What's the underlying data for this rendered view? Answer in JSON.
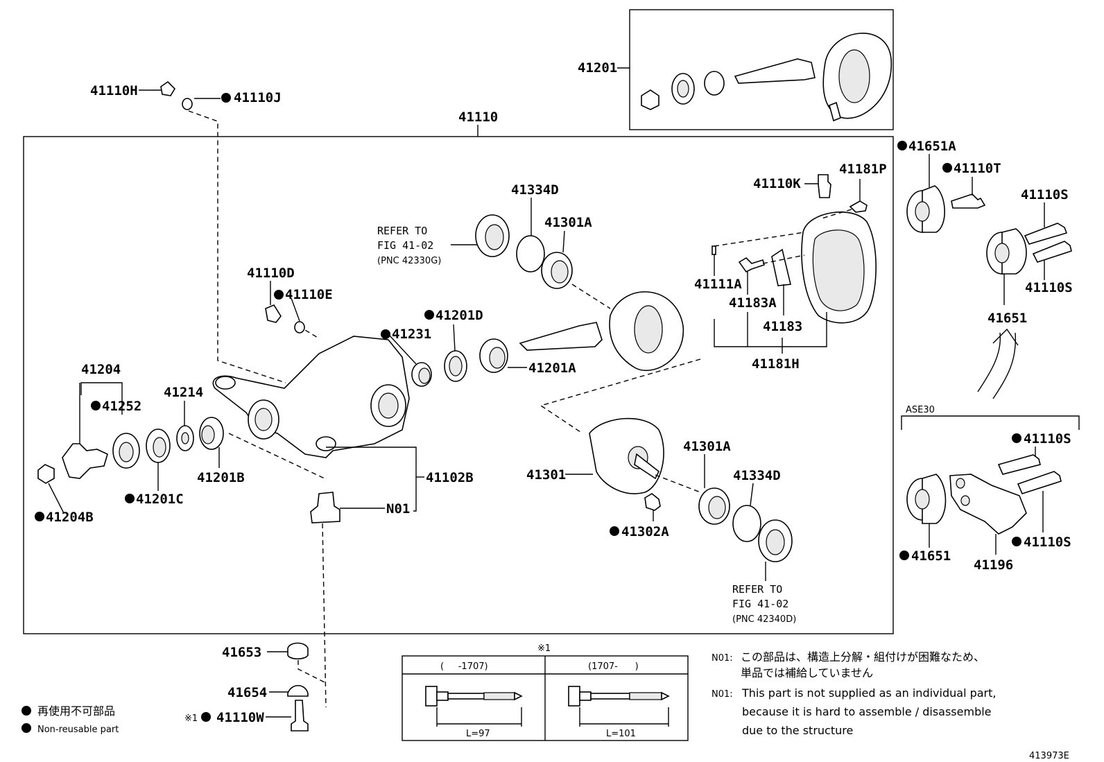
{
  "labels": {
    "p41201": "41201",
    "p41110H": "41110H",
    "p41110J": "41110J",
    "p41110": "41110",
    "p41334D_top": "41334D",
    "p41301A_top": "41301A",
    "refer_top_1": "REFER TO",
    "refer_top_2": "FIG 41-02",
    "refer_top_3": "(PNC 42330G)",
    "p41110D": "41110D",
    "p41110E": "41110E",
    "p41201D": "41201D",
    "p41231": "41231",
    "p41201A": "41201A",
    "p41204": "41204",
    "p41252": "41252",
    "p41214": "41214",
    "p41201B": "41201B",
    "p41201C": "41201C",
    "p41204B": "41204B",
    "p41102B": "41102B",
    "pN01": "N01",
    "p41301": "41301",
    "p41302A": "41302A",
    "p41301A_bot": "41301A",
    "p41334D_bot": "41334D",
    "refer_bot_1": "REFER TO",
    "refer_bot_2": "FIG 41-02",
    "refer_bot_3": "(PNC 42340D)",
    "p41110K": "41110K",
    "p41181P": "41181P",
    "p41111A": "41111A",
    "p41183A": "41183A",
    "p41183": "41183",
    "p41181H": "41181H",
    "p41651A": "41651A",
    "p41110T": "41110T",
    "p41110S_1": "41110S",
    "p41110S_2": "41110S",
    "p41651_top": "41651",
    "ase30": "ASE30",
    "p41110S_3": "41110S",
    "p41110S_4": "41110S",
    "p41651_bot": "41651",
    "p41196": "41196",
    "p41653": "41653",
    "p41654": "41654",
    "p41110W": "41110W",
    "p41110W_prefix": "※1",
    "figure_id": "413973E"
  },
  "bolt_table": {
    "title": "※1",
    "columns": [
      {
        "header": "(     -1707)",
        "length": "L=97"
      },
      {
        "header": "(1707-      )",
        "length": "L=101"
      }
    ]
  },
  "notes": {
    "n01_jp_code": "N01:",
    "n01_jp_1": "この部品は、構造上分解・組付けが困難なため、",
    "n01_jp_2": "単品では補給していません",
    "n01_en_code": "N01:",
    "n01_en_1": "This part is not supplied as an individual part,",
    "n01_en_2": "because it is hard to assemble / disassemble",
    "n01_en_3": "due to the structure"
  },
  "legend": {
    "jp": "再使用不可部品",
    "en": "Non-reusable part"
  }
}
